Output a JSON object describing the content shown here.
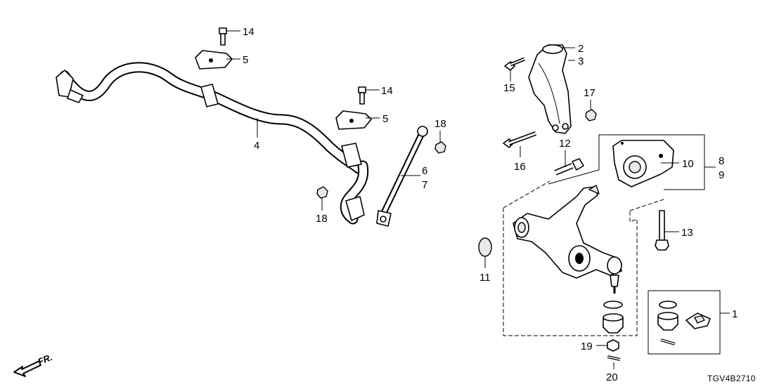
{
  "diagram": {
    "code": "TGV4B2710",
    "front_marker": "FR.",
    "callouts": {
      "c1": "1",
      "c2": "2",
      "c3": "3",
      "c4": "4",
      "c5a": "5",
      "c5b": "5",
      "c6": "6",
      "c7": "7",
      "c8": "8",
      "c9": "9",
      "c10": "10",
      "c11": "11",
      "c12": "12",
      "c13": "13",
      "c14a": "14",
      "c14b": "14",
      "c15": "15",
      "c16": "16",
      "c17": "17",
      "c18a": "18",
      "c18b": "18",
      "c19": "19",
      "c20": "20"
    }
  }
}
